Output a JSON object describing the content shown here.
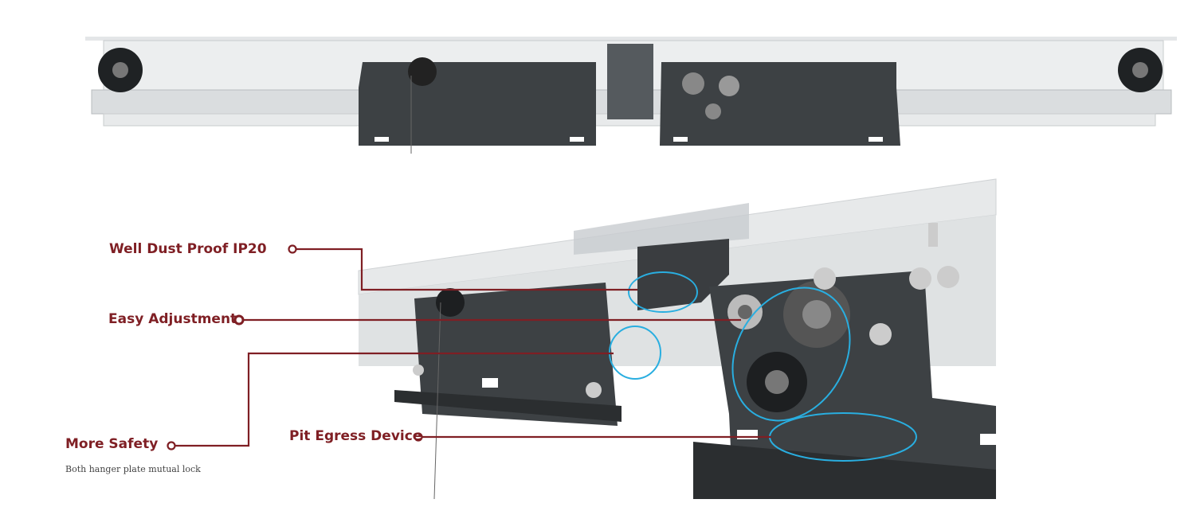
{
  "callouts": {
    "dust_proof": "Well Dust Proof IP20",
    "easy_adjustment": "Easy Adjustment",
    "more_safety": "More Safety",
    "more_safety_desc": "Both hanger plate mutual lock",
    "pit_egress": "Pit Egress Device"
  },
  "colors": {
    "accent": "#7f1f24",
    "highlight": "#29aee0",
    "plate": "#3d4144",
    "rail": "#d9dcde"
  }
}
